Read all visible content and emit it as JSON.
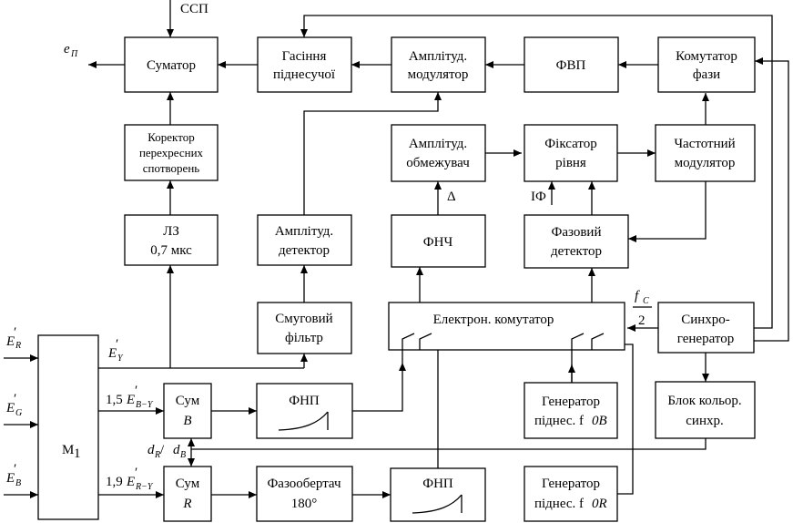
{
  "blocks": {
    "sumator": "Суматор",
    "gasinnya": [
      "Гасіння",
      "піднесучої"
    ],
    "amp_modulator": [
      "Амплітуд.",
      "модулятор"
    ],
    "fvp": "ФВП",
    "komutator_fazy": [
      "Комутатор",
      "фази"
    ],
    "corrector": [
      "Коректор",
      "перехресних",
      "спотворень"
    ],
    "amp_obmezhuvach": [
      "Амплітуд.",
      "обмежувач"
    ],
    "fiksator": [
      "Фіксатор",
      "рівня"
    ],
    "chastotnyi_mod": [
      "Частотний",
      "модулятор"
    ],
    "lz": [
      "ЛЗ",
      "0,7 мкс"
    ],
    "amp_detector": [
      "Амплітуд.",
      "детектор"
    ],
    "fnch": "ФНЧ",
    "fazovyi_detector": [
      "Фазовий",
      "детектор"
    ],
    "smugovyi": [
      "Смуговий",
      "фільтр"
    ],
    "electron_komutator": "Електрон. комутатор",
    "synchro": [
      "Синхро-",
      "генератор"
    ],
    "matrix": "M",
    "matrix_sub": "1",
    "sum_b": [
      "Сум",
      "B"
    ],
    "fnp_top": "ФНП",
    "gen_b": [
      "Генератор",
      "піднес. f"
    ],
    "gen_b_sub": "0B",
    "blok_synchr": [
      "Блок кольор.",
      "синхр."
    ],
    "sum_r": [
      "Сум",
      "R"
    ],
    "fazoobertach": [
      "Фазообертач",
      "180°"
    ],
    "fnp_bottom": "ФНП",
    "gen_r": [
      "Генератор",
      "піднес. f"
    ],
    "gen_r_sub": "0R"
  },
  "labels": {
    "ssp": "ССП",
    "e_out": "e",
    "e_out_sub": "П",
    "delta": "Δ",
    "if": "IФ",
    "fc": "f",
    "fc_sub": "C",
    "two": "2",
    "e_r": "E",
    "e_r_sub": "R",
    "e_g": "E",
    "e_g_sub": "G",
    "e_b": "E",
    "e_b_sub": "B",
    "e_y": "E",
    "e_y_sub": "Y",
    "by_coef": "1,5",
    "by_sig": "E",
    "by_sub": "B−Y",
    "ry_coef": "1,9",
    "ry_sig": "E",
    "ry_sub": "R−Y",
    "dr": "d",
    "dr_sub": "R",
    "slash": " / ",
    "db": "d",
    "db_sub": "B"
  }
}
